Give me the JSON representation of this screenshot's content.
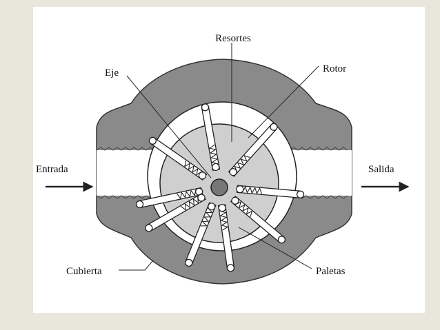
{
  "diagram": {
    "labels": {
      "resortes": "Resortes",
      "rotor": "Rotor",
      "eje": "Eje",
      "entrada": "Entrada",
      "salida": "Salida",
      "cubierta": "Cubierta",
      "paletas": "Paletas"
    }
  },
  "colors": {
    "slide_background": "#e9e7dc",
    "panel_background": "#ffffff",
    "casing": "#8a8a8a",
    "chamber": "#ffffff",
    "rotor": "#cfcfcf",
    "hub": "#777777",
    "outline": "#222222"
  }
}
